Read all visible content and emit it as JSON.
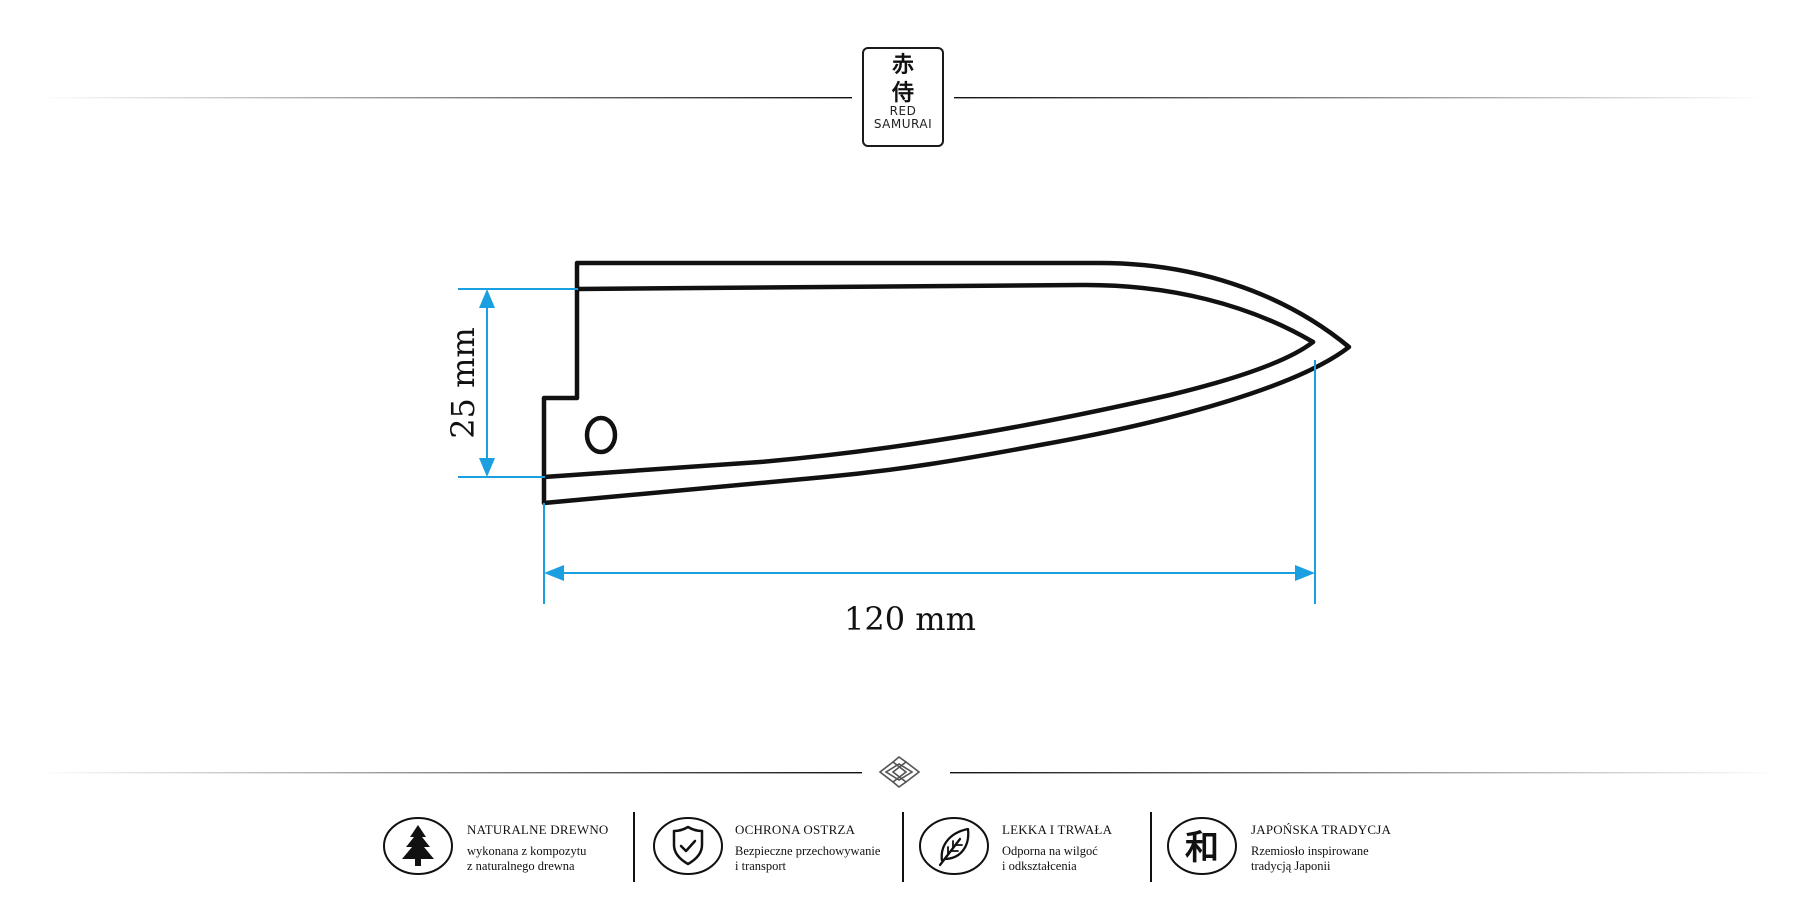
{
  "brand": {
    "kanji_line1": "赤",
    "kanji_line2": "侍",
    "name_line1": "RED",
    "name_line2": "SAMURAI"
  },
  "dimensions": {
    "height_label": "25 mm",
    "width_label": "120 mm"
  },
  "colors": {
    "dimension_line": "#1aa0e0",
    "outline": "#111111"
  },
  "features": [
    {
      "icon": "pine-tree-icon",
      "title": "NATURALNE DREWNO",
      "desc_line1": "wykonana z kompozytu",
      "desc_line2": "z naturalnego drewna"
    },
    {
      "icon": "shield-check-icon",
      "title": "OCHRONA OSTRZA",
      "desc_line1": "Bezpieczne przechowywanie",
      "desc_line2": "i transport"
    },
    {
      "icon": "leaf-icon",
      "title": "LEKKA I TRWAŁA",
      "desc_line1": "Odporna na wilgoć",
      "desc_line2": "i odkształcenia"
    },
    {
      "icon": "wa-kanji-icon",
      "icon_text": "和",
      "title": "JAPOŃSKA TRADYCJA",
      "desc_line1": "Rzemiosło inspirowane",
      "desc_line2": "tradycją Japonii"
    }
  ]
}
